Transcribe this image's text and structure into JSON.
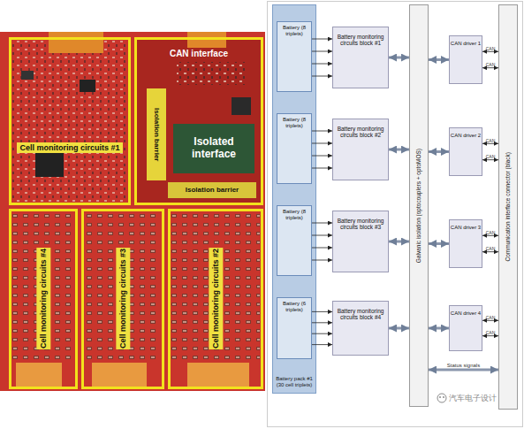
{
  "diagram": {
    "nodes": [
      {
        "text": [
          "Cell monitoring circuits #1"
        ]
      },
      {
        "text": [
          "CAN interface"
        ]
      },
      {
        "text": [
          "Isolation barrier"
        ],
        "in": 1
      },
      {
        "text": [
          "Isolated interface"
        ],
        "in": 1
      },
      {
        "text": [
          "Isolation barrier"
        ],
        "in": 1
      },
      {
        "text": [
          "Cell monitoring circuits #4"
        ]
      },
      {
        "text": [
          "Cell monitoring circuits #3"
        ]
      },
      {
        "text": [
          "Cell monitoring circuits #2"
        ]
      },
      {
        "text": [
          "Battery pack #1 (30 cell triplets)"
        ]
      },
      {
        "text": [
          "Battery (8 triplets)"
        ],
        "in": 8
      },
      {
        "text": [
          "Battery (8 triplets)"
        ],
        "in": 8
      },
      {
        "text": [
          "Battery (8 triplets)"
        ],
        "in": 8
      },
      {
        "text": [
          "Battery (6 triplets)"
        ],
        "in": 8
      },
      {
        "text": [
          "Battery monitoring circuits block #1"
        ]
      },
      {
        "text": [
          "Battery monitoring circuits block #2"
        ]
      },
      {
        "text": [
          "Battery monitoring circuits block #3"
        ]
      },
      {
        "text": [
          "Battery monitoring circuits block #4"
        ]
      },
      {
        "text": [
          "Galvanic isolation (optocouplers + optoMOS)"
        ]
      },
      {
        "text": [
          "CAN driver 1"
        ]
      },
      {
        "text": [
          "CAN driver 2"
        ]
      },
      {
        "text": [
          "CAN driver 3"
        ]
      },
      {
        "text": [
          "CAN driver 4"
        ]
      },
      {
        "text": [
          "Communication interface connector (black)"
        ]
      }
    ],
    "edges": [
      {
        "from": 9,
        "to": 13,
        "arrow": "to"
      },
      {
        "from": 9,
        "to": 13,
        "arrow": "to"
      },
      {
        "from": 9,
        "to": 13,
        "arrow": "to"
      },
      {
        "from": 9,
        "to": 13,
        "arrow": "to"
      },
      {
        "from": 10,
        "to": 14,
        "arrow": "to"
      },
      {
        "from": 10,
        "to": 14,
        "arrow": "to"
      },
      {
        "from": 10,
        "to": 14,
        "arrow": "to"
      },
      {
        "from": 10,
        "to": 14,
        "arrow": "to"
      },
      {
        "from": 11,
        "to": 15,
        "arrow": "to"
      },
      {
        "from": 11,
        "to": 15,
        "arrow": "to"
      },
      {
        "from": 11,
        "to": 15,
        "arrow": "to"
      },
      {
        "from": 11,
        "to": 15,
        "arrow": "to"
      },
      {
        "from": 12,
        "to": 16,
        "arrow": "to"
      },
      {
        "from": 12,
        "to": 16,
        "arrow": "to"
      },
      {
        "from": 12,
        "to": 16,
        "arrow": "to"
      },
      {
        "from": 12,
        "to": 16,
        "arrow": "to"
      },
      {
        "from": 13,
        "to": 17,
        "arrow": "both"
      },
      {
        "from": 14,
        "to": 17,
        "arrow": "both"
      },
      {
        "from": 15,
        "to": 17,
        "arrow": "both"
      },
      {
        "from": 16,
        "to": 17,
        "arrow": "both"
      },
      {
        "from": 17,
        "to": 18,
        "arrow": "both"
      },
      {
        "from": 17,
        "to": 19,
        "arrow": "both"
      },
      {
        "from": 17,
        "to": 20,
        "arrow": "both"
      },
      {
        "from": 17,
        "to": 21,
        "arrow": "both"
      },
      {
        "from": 18,
        "to": 22,
        "label": "CAN",
        "arrow": "both"
      },
      {
        "from": 18,
        "to": 22,
        "label": "CAN",
        "arrow": "both"
      },
      {
        "from": 19,
        "to": 22,
        "label": "CAN",
        "arrow": "both"
      },
      {
        "from": 19,
        "to": 22,
        "label": "CAN",
        "arrow": "both"
      },
      {
        "from": 20,
        "to": 22,
        "label": "CAN",
        "arrow": "both"
      },
      {
        "from": 20,
        "to": 22,
        "label": "CAN",
        "arrow": "both"
      },
      {
        "from": 21,
        "to": 22,
        "label": "CAN",
        "arrow": "both"
      },
      {
        "from": 21,
        "to": 22,
        "label": "CAN",
        "arrow": "both"
      },
      {
        "from": 17,
        "to": 22,
        "label": "Status signals",
        "arrow": "both"
      }
    ],
    "labels": [
      "汽车电子设计"
    ]
  }
}
